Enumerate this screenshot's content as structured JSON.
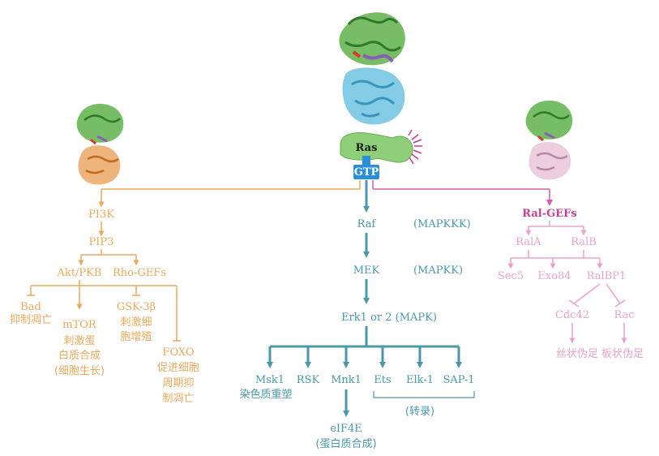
{
  "colors": {
    "pi3k_branch": "#e8a95e",
    "raf_branch": "#4a98ab",
    "ral_branch": "#d85aa6",
    "ral_light": "#eaa2cc",
    "ras_body": "#8fcf7a",
    "gtp_box": "#2d8ed8",
    "text_dark": "#2a2a2a"
  },
  "center": {
    "ras": "Ras",
    "gtp": "GTP"
  },
  "left": {
    "pi3k": "PI3K",
    "pip3": "PIP3",
    "akt": "Akt/PKB",
    "rho": "Rho-GEFs",
    "bad": "Bad",
    "bad_desc": "抑制凋亡",
    "mtor": "mTOR",
    "mtor_desc1": "刺激蛋",
    "mtor_desc2": "白质合成",
    "mtor_desc3": "(细胞生长)",
    "gsk": "GSK-3β",
    "gsk_desc1": "刺激细",
    "gsk_desc2": "胞增殖",
    "foxo": "FOXO",
    "foxo_desc1": "促进细胞",
    "foxo_desc2": "周期抑",
    "foxo_desc3": "制凋亡"
  },
  "middle": {
    "raf": "Raf",
    "raf_type": "(MAPKKK)",
    "mek": "MEK",
    "mek_type": "(MAPKK)",
    "erk": "Erk1 or 2 (MAPK)",
    "msk1": "Msk1",
    "msk1_desc": "染色质重塑",
    "rsk": "RSK",
    "mnk1": "Mnk1",
    "ets": "Ets",
    "elk1": "Elk-1",
    "sap1": "SAP-1",
    "transcription": "(转录)",
    "eif4e": "eIF4E",
    "eif4e_desc": "(蛋白质合成)"
  },
  "right": {
    "ralgefs": "Ral-GEFs",
    "rala": "RalA",
    "ralb": "RalB",
    "sec5": "Sec5",
    "exo84": "Exo84",
    "ralbp1": "RalBP1",
    "cdc42": "Cdc42",
    "rac": "Rac",
    "outcome": "丝状伪足 板状伪足"
  }
}
